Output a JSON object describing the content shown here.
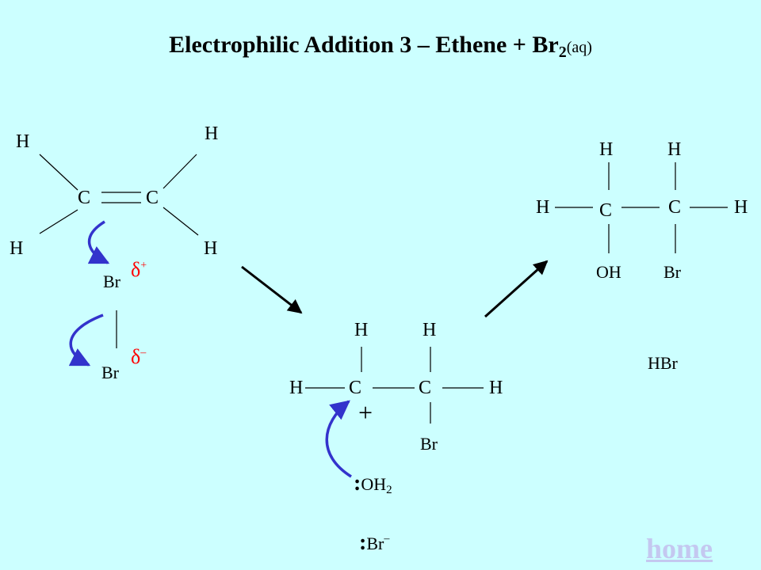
{
  "title": {
    "main": "Electrophilic Addition 3 – Ethene + Br",
    "subscript": "2",
    "state": "(aq)"
  },
  "ethene": {
    "h_top_left": "H",
    "h_top_right": "H",
    "c_left": "C",
    "c_right": "C",
    "h_bottom_left": "H",
    "h_bottom_right": "H"
  },
  "bromine": {
    "br_top": "Br",
    "delta_plus": "δ",
    "delta_plus_sign": "+",
    "br_bottom": "Br",
    "delta_minus": "δ",
    "delta_minus_sign": "–"
  },
  "carbocation": {
    "h_top_1": "H",
    "h_top_2": "H",
    "h_left": "H",
    "c1": "C",
    "c2": "C",
    "h_right": "H",
    "plus": "+",
    "br": "Br"
  },
  "nucleophiles": {
    "water_colon": ":",
    "water": "OH",
    "water_sub": "2",
    "bromide_colon": ":",
    "bromide": "Br",
    "bromide_charge": "–"
  },
  "product": {
    "h_top_1": "H",
    "h_top_2": "H",
    "h_left": "H",
    "c1": "C",
    "c2": "C",
    "h_right": "H",
    "oh": "OH",
    "br": "Br"
  },
  "byproduct": "HBr",
  "home_link": "home",
  "colors": {
    "background": "#ccffff",
    "arrow_blue": "#3333cc",
    "delta_red": "#ff0000",
    "home": "#c4c8f0"
  }
}
